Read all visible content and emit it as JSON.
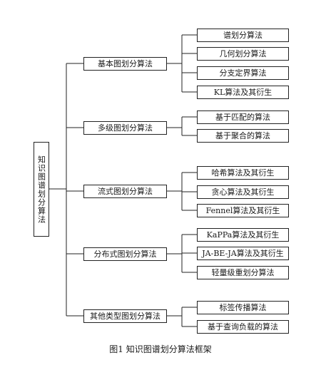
{
  "root": {
    "label": "知识图谱划分算法"
  },
  "categories": [
    {
      "label": "基本图划分算法",
      "children": [
        "谱划分算法",
        "几何划分算法",
        "分支定界算法",
        "KL算法及其衍生"
      ]
    },
    {
      "label": "多级图划分算法",
      "children": [
        "基于匹配的算法",
        "基于聚合的算法"
      ]
    },
    {
      "label": "流式图划分算法",
      "children": [
        "哈希算法及其衍生",
        "贪心算法及其衍生",
        "Fennel算法及其衍生"
      ]
    },
    {
      "label": "分布式图划分算法",
      "children": [
        "KaPPa算法及其衍生",
        "JA-BE-JA算法及其衍生",
        "轻量级重划分算法"
      ]
    },
    {
      "label": "其他类型图划分算法",
      "children": [
        "标签传播算法",
        "基于查询负载的算法"
      ]
    }
  ],
  "caption": "图1  知识图谱划分算法框架"
}
